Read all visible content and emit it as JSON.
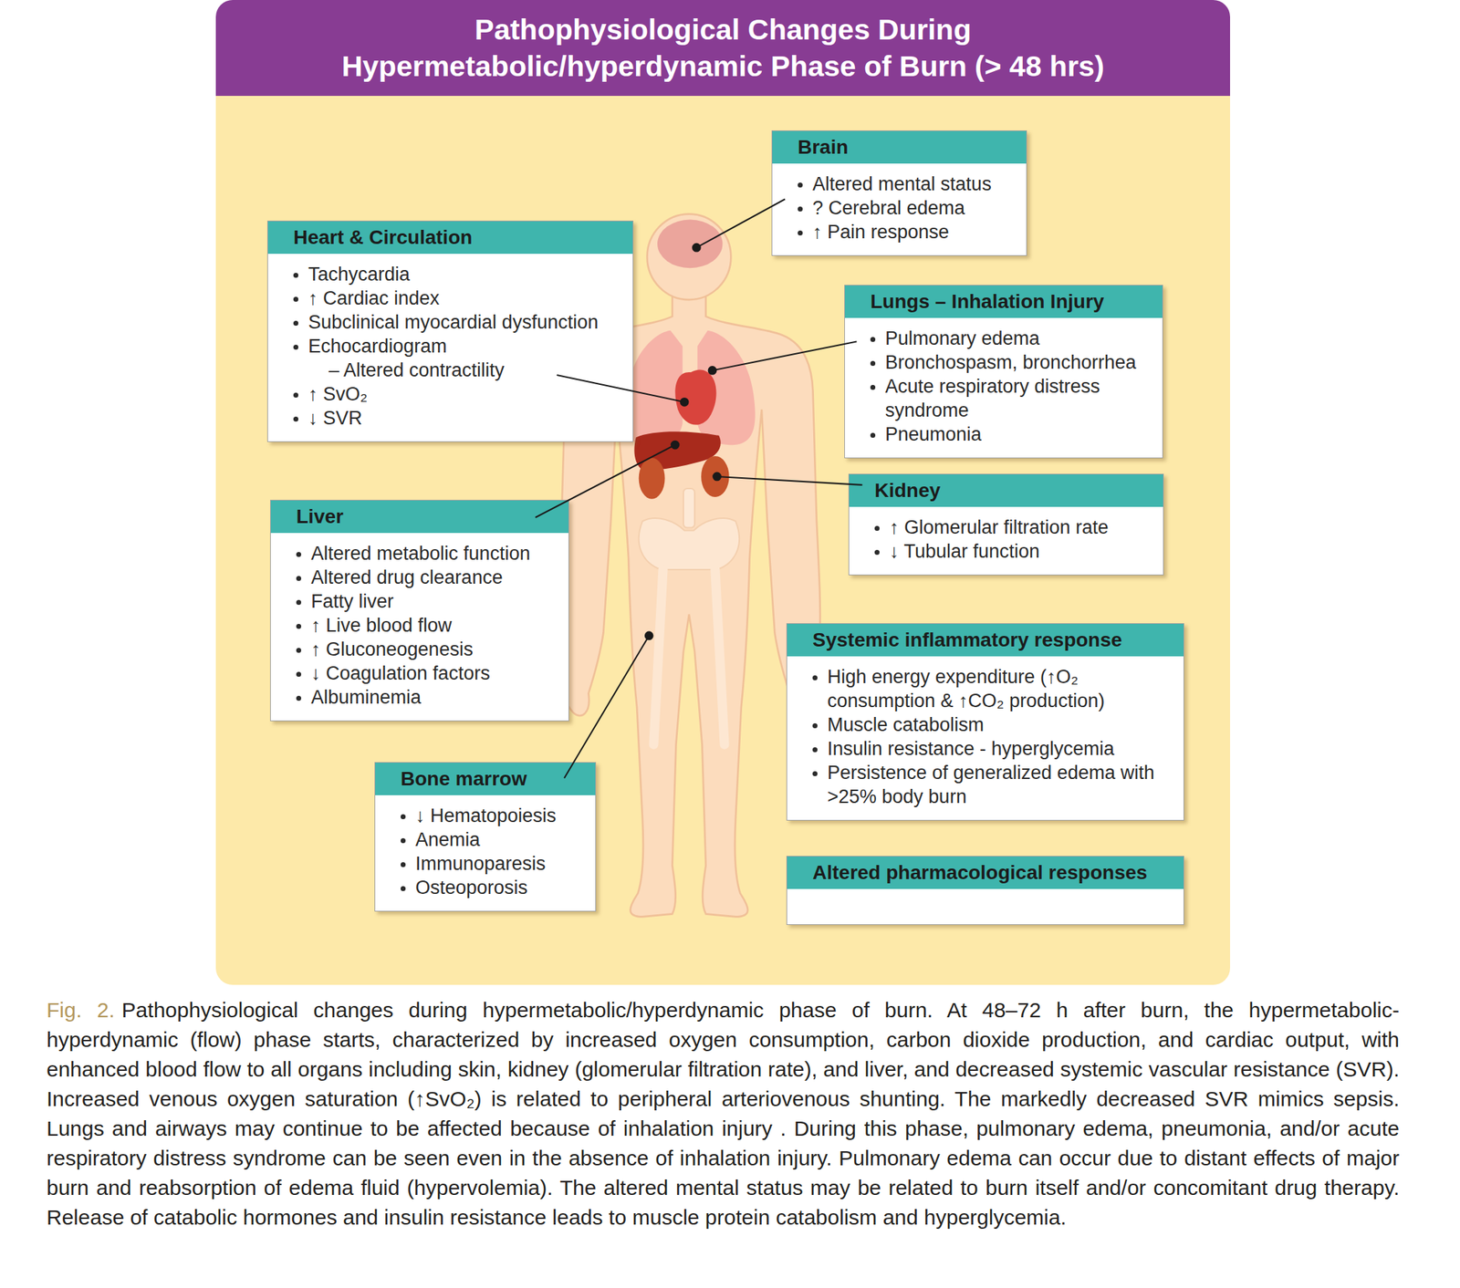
{
  "diagram": {
    "title": "Pathophysiological Changes During Hypermetabolic/hyperdynamic Phase of Burn (> 48 hrs)",
    "caption": "Pathophysiological changes during hypermetabolic/hyperdynamic phase of burn. At 48–72 h after burn, the hypermetabolic-hyperdynamic (flow) phase starts, characterized by increased oxygen consumption, carbon dioxide production, and cardiac output, with enhanced blood flow to all organs including skin, kidney (glomerular filtration rate), and liver, and decreased systemic vascular resistance (SVR). Increased venous oxygen saturation (↑SvO₂) is related to peripheral arteriovenous shunting. The markedly decreased SVR mimics sepsis. Lungs and airways may continue to be affected because of inhalation injury . During this phase, pulmonary edema, pneumonia, and/or acute respiratory distress syndrome can be seen even in the absence of inhalation injury. Pulmonary edema can occur due to distant effects of major burn and reabsorption of edema fluid (hypervolemia). The altered mental status may be related to burn itself and/or concomitant drug therapy. Release of catabolic hormones and insulin resistance leads to muscle protein catabolism and hyperglycemia.",
    "nodes": [
      {
        "text": [
          "Brain",
          "Altered mental status",
          "? Cerebral edema",
          "↑ Pain response"
        ]
      },
      {
        "text": [
          "Heart & Circulation",
          "Tachycardia",
          "↑ Cardiac index",
          "Subclinical myocardial dysfunction",
          "Echocardiogram",
          "– Altered contractility",
          "↑ SvO₂",
          "↓ SVR"
        ]
      },
      {
        "text": [
          "Lungs – Inhalation Injury",
          "Pulmonary edema",
          "Bronchospasm, bronchorrhea",
          "Acute respiratory distress syndrome",
          "Pneumonia"
        ]
      },
      {
        "text": [
          "Kidney",
          "↑ Glomerular filtration rate",
          "↓ Tubular function"
        ]
      },
      {
        "text": [
          "Liver",
          "Altered metabolic function",
          "Altered drug clearance",
          "Fatty liver",
          "↑ Live blood flow",
          "↑ Gluconeogenesis",
          "↓ Coagulation factors",
          "Albuminemia"
        ]
      },
      {
        "text": [
          "Systemic inflammatory response",
          "High energy expenditure (↑O₂ consumption & ↑CO₂ production)",
          "Muscle catabolism",
          "Insulin resistance - hyperglycemia",
          "Persistence of generalized edema with >25% body burn"
        ]
      },
      {
        "text": [
          "Bone marrow",
          "↓ Hematopoiesis",
          "Anemia",
          "Immunoparesis",
          "Osteoporosis"
        ]
      },
      {
        "text": [
          "Altered pharmacological responses"
        ]
      }
    ],
    "labels": [
      "Fig. 2."
    ]
  }
}
